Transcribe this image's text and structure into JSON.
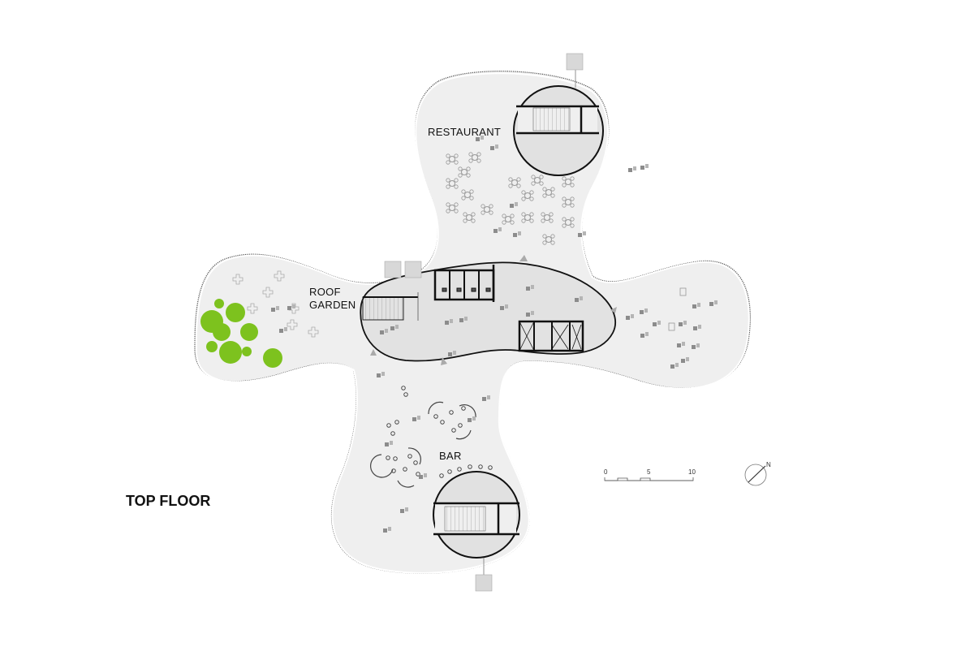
{
  "title": "TOP FLOOR",
  "labels": {
    "restaurant": "RESTAURANT",
    "roof_garden_line1": "ROOF",
    "roof_garden_line2": "GARDEN",
    "bar": "BAR"
  },
  "scale_bar": {
    "ticks": [
      "0",
      "5",
      "10"
    ]
  },
  "north_label": "N",
  "colors": {
    "floor": "#efefef",
    "core": "#dcdcdc",
    "trees": "#7dc21e",
    "walls": "#111111",
    "furniture": "#9a9a9a"
  }
}
